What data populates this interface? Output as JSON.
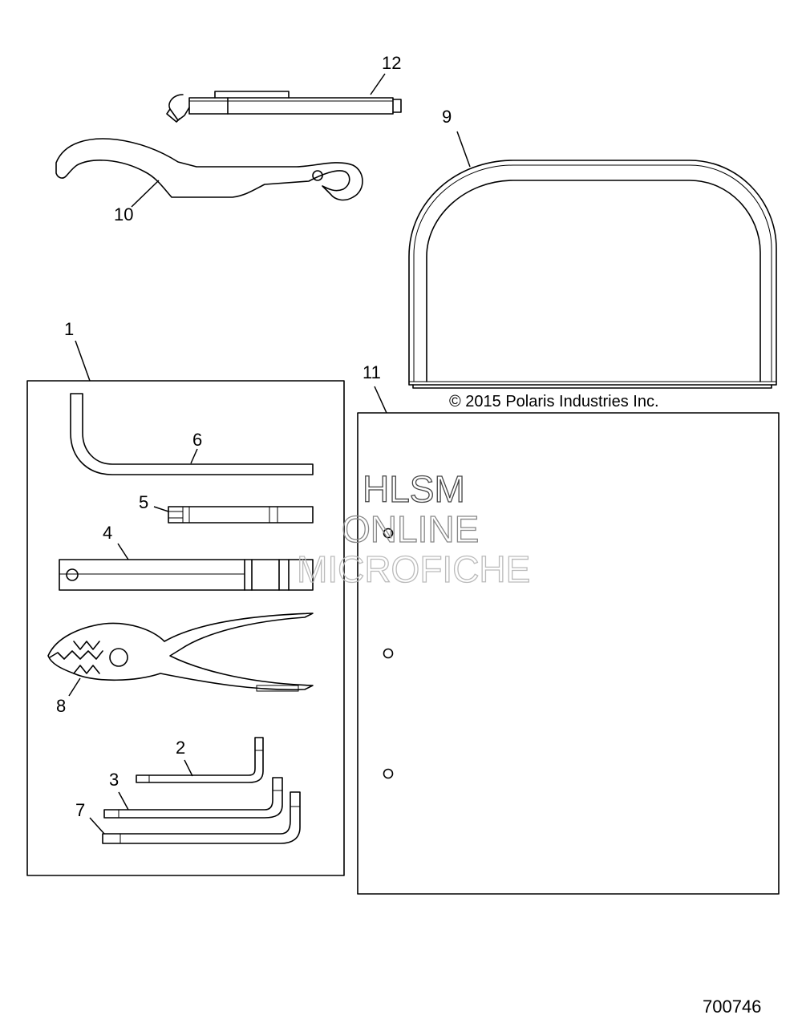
{
  "copyright": "© 2015 Polaris Industries Inc.",
  "diagram_number": "700746",
  "watermark": {
    "line1": "HLSM",
    "line2": "ONLINE",
    "line3": "MICROFICHE",
    "colors": [
      "#444444",
      "#888888",
      "#bbbbbb"
    ]
  },
  "callouts": {
    "c1": "1",
    "c2": "2",
    "c3": "3",
    "c4": "4",
    "c5": "5",
    "c6": "6",
    "c7": "7",
    "c8": "8",
    "c9": "9",
    "c10": "10",
    "c11": "11",
    "c12": "12"
  },
  "colors": {
    "line": "#000000",
    "background": "#ffffff"
  }
}
